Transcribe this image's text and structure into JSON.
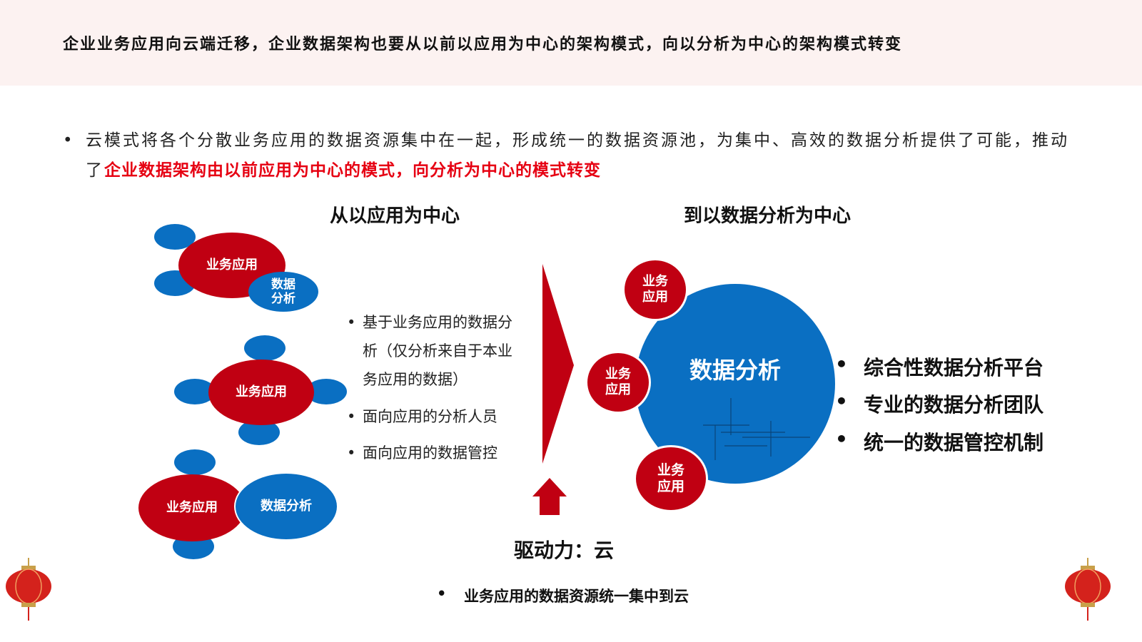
{
  "header": {
    "title": "企业业务应用向云端迁移，企业数据架构也要从以前以应用为中心的架构模式，向以分析为中心的架构模式转变"
  },
  "intro": {
    "bullet": "•",
    "text": "云模式将各个分散业务应用的数据资源集中在一起，形成统一的数据资源池，为集中、高效的数据分析提供了可能，推动了",
    "highlight": "企业数据架构由以前应用为中心的模式，向分析为中心的模式转变"
  },
  "left": {
    "title": "从以应用为中心",
    "cluster1": {
      "app": "业务应用",
      "analysis": "数据分析"
    },
    "cluster2": {
      "app": "业务应用"
    },
    "cluster3": {
      "app": "业务应用",
      "analysis": "数据分析"
    },
    "bullets": [
      "基于业务应用的数据分析（仅分析来自于本业务应用的数据）",
      "面向应用的分析人员",
      "面向应用的数据管控"
    ]
  },
  "right": {
    "title": "到以数据分析为中心",
    "center": "数据分析",
    "satellites": [
      "业务应用",
      "业务应用",
      "业务应用"
    ],
    "bullets": [
      "综合性数据分析平台",
      "专业的数据分析团队",
      "统一的数据管控机制"
    ]
  },
  "driver": {
    "title": "驱动力：云",
    "bullet": "业务应用的数据资源统一集中到云"
  },
  "colors": {
    "red": "#c00012",
    "blue": "#0a6fc2",
    "highlight": "#e60012",
    "header_bg": "#fcf2f1"
  }
}
